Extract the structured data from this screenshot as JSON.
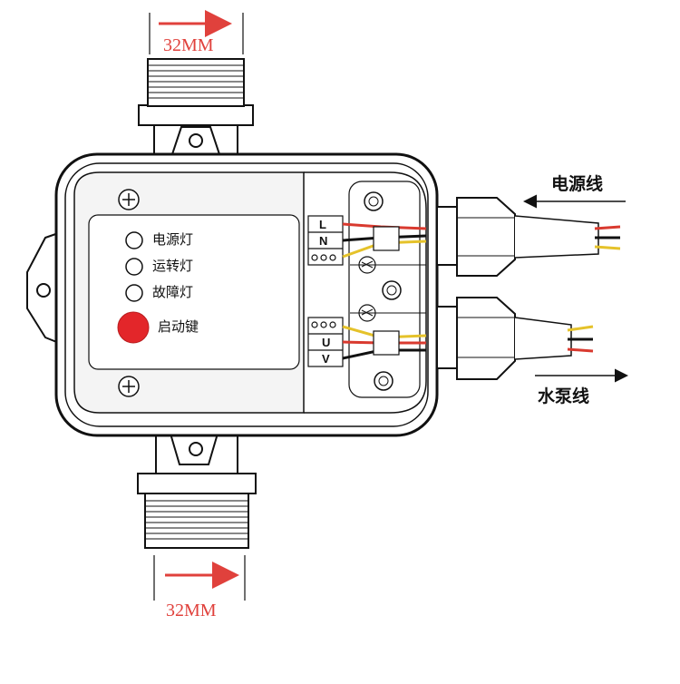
{
  "dimensions": {
    "top": "32MM",
    "bottom": "32MM"
  },
  "indicators": [
    {
      "label": "电源灯"
    },
    {
      "label": "运转灯"
    },
    {
      "label": "故障灯"
    }
  ],
  "start_button": {
    "label": "启动键",
    "color": "#e3262a"
  },
  "cables": {
    "power_label": "电源线",
    "pump_label": "水泵线"
  },
  "terminals": {
    "power": [
      "L",
      "N"
    ],
    "pump": [
      "U",
      "V"
    ]
  },
  "colors": {
    "dimension_red": "#e0413c",
    "outline": "#111111",
    "wire_red": "#d93a2f",
    "wire_yellow": "#e5c22a",
    "wire_black": "#111111"
  }
}
